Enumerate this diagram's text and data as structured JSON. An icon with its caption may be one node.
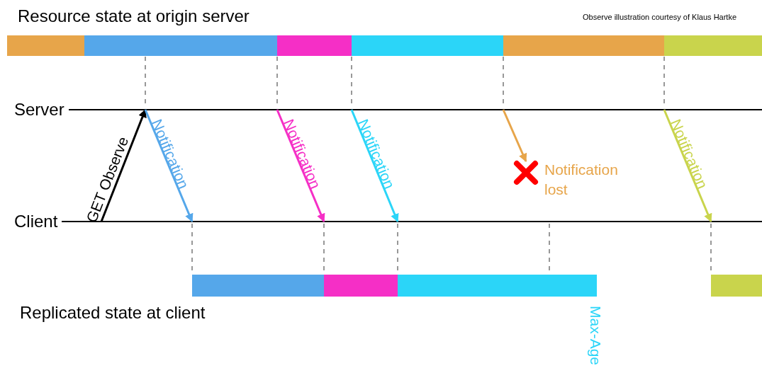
{
  "diagram": {
    "nodes": [
      {
        "text": [
          "Server"
        ]
      },
      {
        "text": [
          "Client"
        ]
      },
      {
        "text": [
          "Notification lost"
        ]
      }
    ],
    "edges": [
      {
        "from": 1,
        "to": 0,
        "arrow": "to",
        "label": "GET Observe"
      },
      {
        "from": 0,
        "to": 1,
        "arrow": "to",
        "label": "Notification",
        "color": "#55a7ea"
      },
      {
        "from": 0,
        "to": 1,
        "arrow": "to",
        "label": "Notification",
        "color": "#f52fc6"
      },
      {
        "from": 0,
        "to": 1,
        "arrow": "to",
        "label": "Notification",
        "color": "#2bd5f8"
      },
      {
        "from": 0,
        "to": 2,
        "arrow": "to",
        "color": "#e7a54a"
      },
      {
        "from": 0,
        "to": 1,
        "arrow": "to",
        "label": "Notification",
        "color": "#c9d44c"
      }
    ],
    "labels": [
      "Resource state at origin server",
      "Observe illustration courtesy of Klaus Hartke",
      "Replicated state at client",
      "Max-Age"
    ]
  }
}
